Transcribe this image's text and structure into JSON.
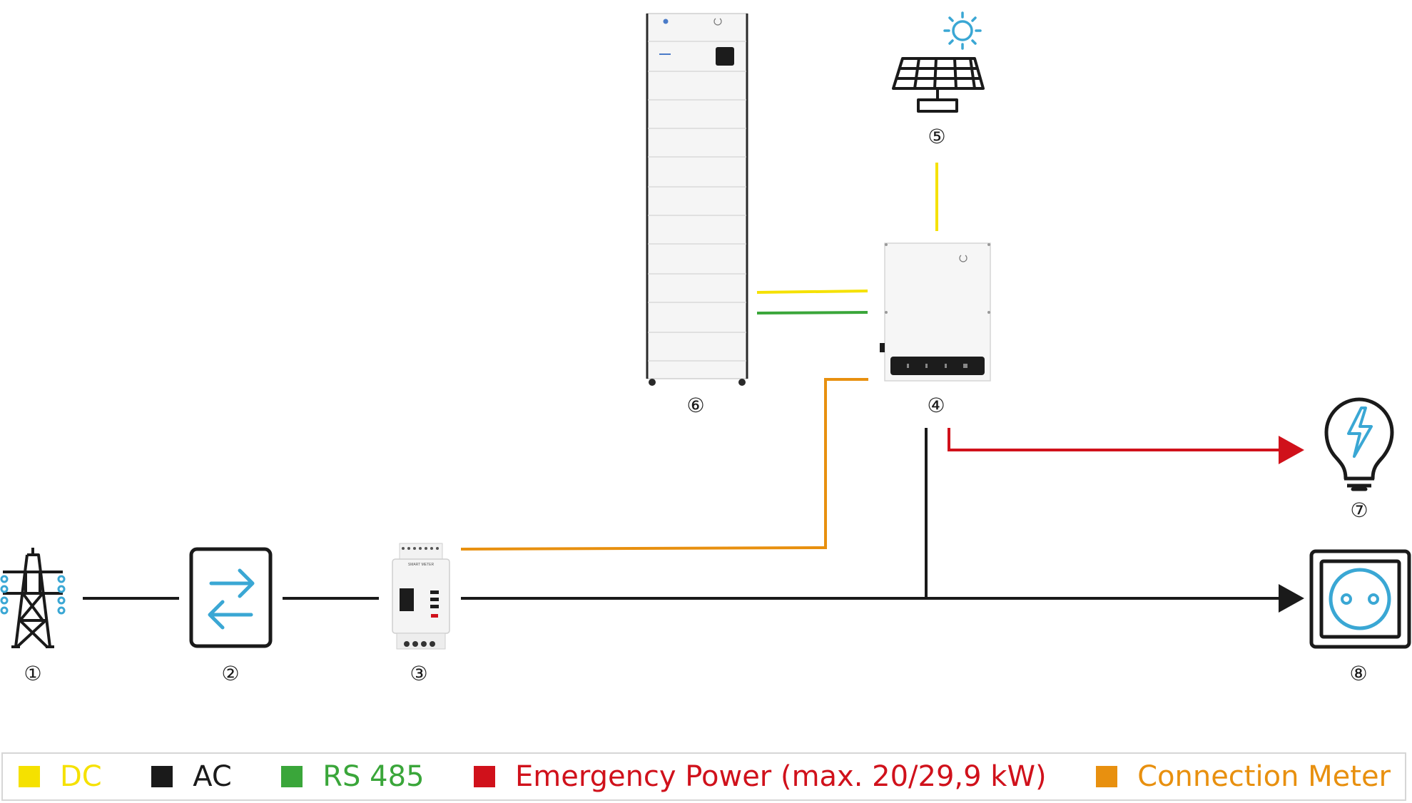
{
  "colors": {
    "dc": "#f5e100",
    "ac": "#1a1a1a",
    "rs485": "#3aa63a",
    "emergency": "#d0111b",
    "meter": "#e8900f",
    "icon_blue": "#3aa7d4"
  },
  "components": {
    "grid_pylon": {
      "number": "①",
      "icon": "power-pylon-icon"
    },
    "bidirectional_meter": {
      "number": "②",
      "icon": "bidirectional-arrows-icon"
    },
    "smart_meter": {
      "number": "③",
      "icon": "smart-meter-device",
      "label": "SMART METER"
    },
    "inverter": {
      "number": "④",
      "icon": "inverter-device"
    },
    "solar_panel": {
      "number": "⑤",
      "icon": "solar-panel-icon"
    },
    "battery": {
      "number": "⑥",
      "icon": "battery-stack-device"
    },
    "backup_load": {
      "number": "⑦",
      "icon": "light-bulb-icon"
    },
    "socket": {
      "number": "⑧",
      "icon": "power-socket-icon"
    }
  },
  "legend": [
    {
      "key": "dc",
      "label": "DC",
      "color": "#f5e100"
    },
    {
      "key": "ac",
      "label": "AC",
      "color": "#1a1a1a"
    },
    {
      "key": "rs485",
      "label": "RS 485",
      "color": "#3aa63a"
    },
    {
      "key": "emergency",
      "label": "Emergency Power (max. 20/29,9 kW)",
      "color": "#d0111b"
    },
    {
      "key": "meter",
      "label": "Connection Meter",
      "color": "#e8900f"
    }
  ]
}
